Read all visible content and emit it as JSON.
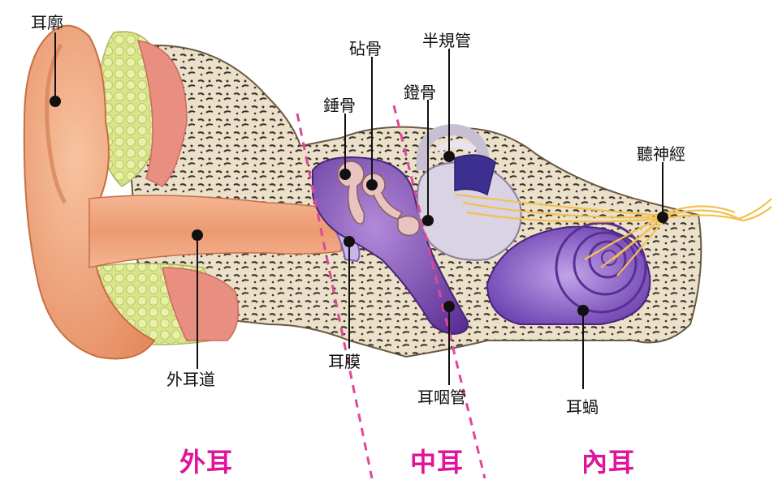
{
  "labels": {
    "pinna": "耳廓",
    "incus": "砧骨",
    "semicircular": "半規管",
    "malleus": "錘骨",
    "stapes": "鐙骨",
    "auditory_nerve": "聽神經",
    "ear_canal": "外耳道",
    "eardrum": "耳膜",
    "eustachian": "耳咽管",
    "cochlea": "耳蝸"
  },
  "regions": {
    "outer": "外耳",
    "middle": "中耳",
    "inner": "內耳"
  },
  "colors": {
    "region_text": "#e0139a",
    "divider": "#e0479a",
    "skin": "#f0a57c",
    "bone": "#e8dcc5",
    "purple": "#7a4bb0",
    "nerve": "#f2c14e"
  }
}
